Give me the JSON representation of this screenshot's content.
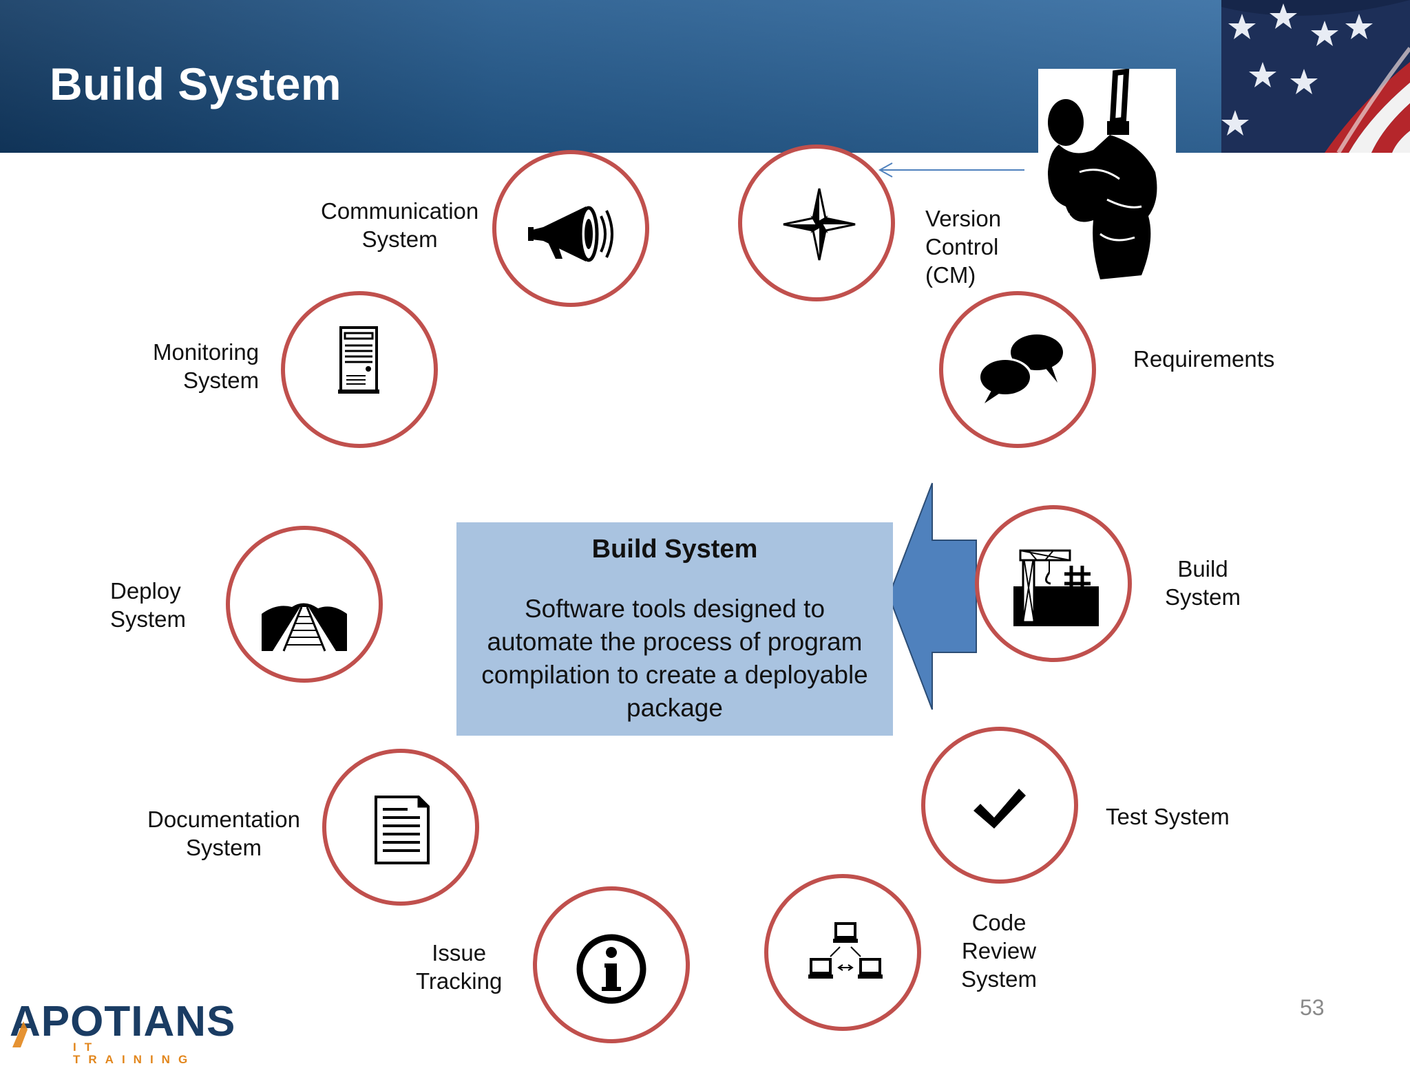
{
  "slide": {
    "title": "Build System",
    "page_number": "53"
  },
  "center": {
    "title": "Build System",
    "description": "Software tools designed to automate the process of program compilation to create a deployable package"
  },
  "nodes": [
    {
      "label": "Communication\nSystem",
      "icon": "megaphone-icon"
    },
    {
      "label": "Version\nControl\n(CM)",
      "icon": "compass-star-icon"
    },
    {
      "label": "Monitoring\nSystem",
      "icon": "server-tower-icon"
    },
    {
      "label": "Requirements",
      "icon": "speech-bubbles-icon"
    },
    {
      "label": "Deploy\nSystem",
      "icon": "railroad-track-icon"
    },
    {
      "label": "Build\nSystem",
      "icon": "construction-crane-icon"
    },
    {
      "label": "Documentation\nSystem",
      "icon": "document-icon"
    },
    {
      "label": "Test System",
      "icon": "checkmark-icon"
    },
    {
      "label": "Issue\nTracking",
      "icon": "info-icon"
    },
    {
      "label": "Code\nReview\nSystem",
      "icon": "network-computers-icon"
    }
  ],
  "logo": {
    "name": "APOTIANS",
    "tagline": "IT TRAINING"
  },
  "colors": {
    "header": "#23598c",
    "ring": "#c0504d",
    "center_box": "#a9c3e0",
    "arrow": "#4f81bd",
    "logo_accent": "#e2861c"
  }
}
